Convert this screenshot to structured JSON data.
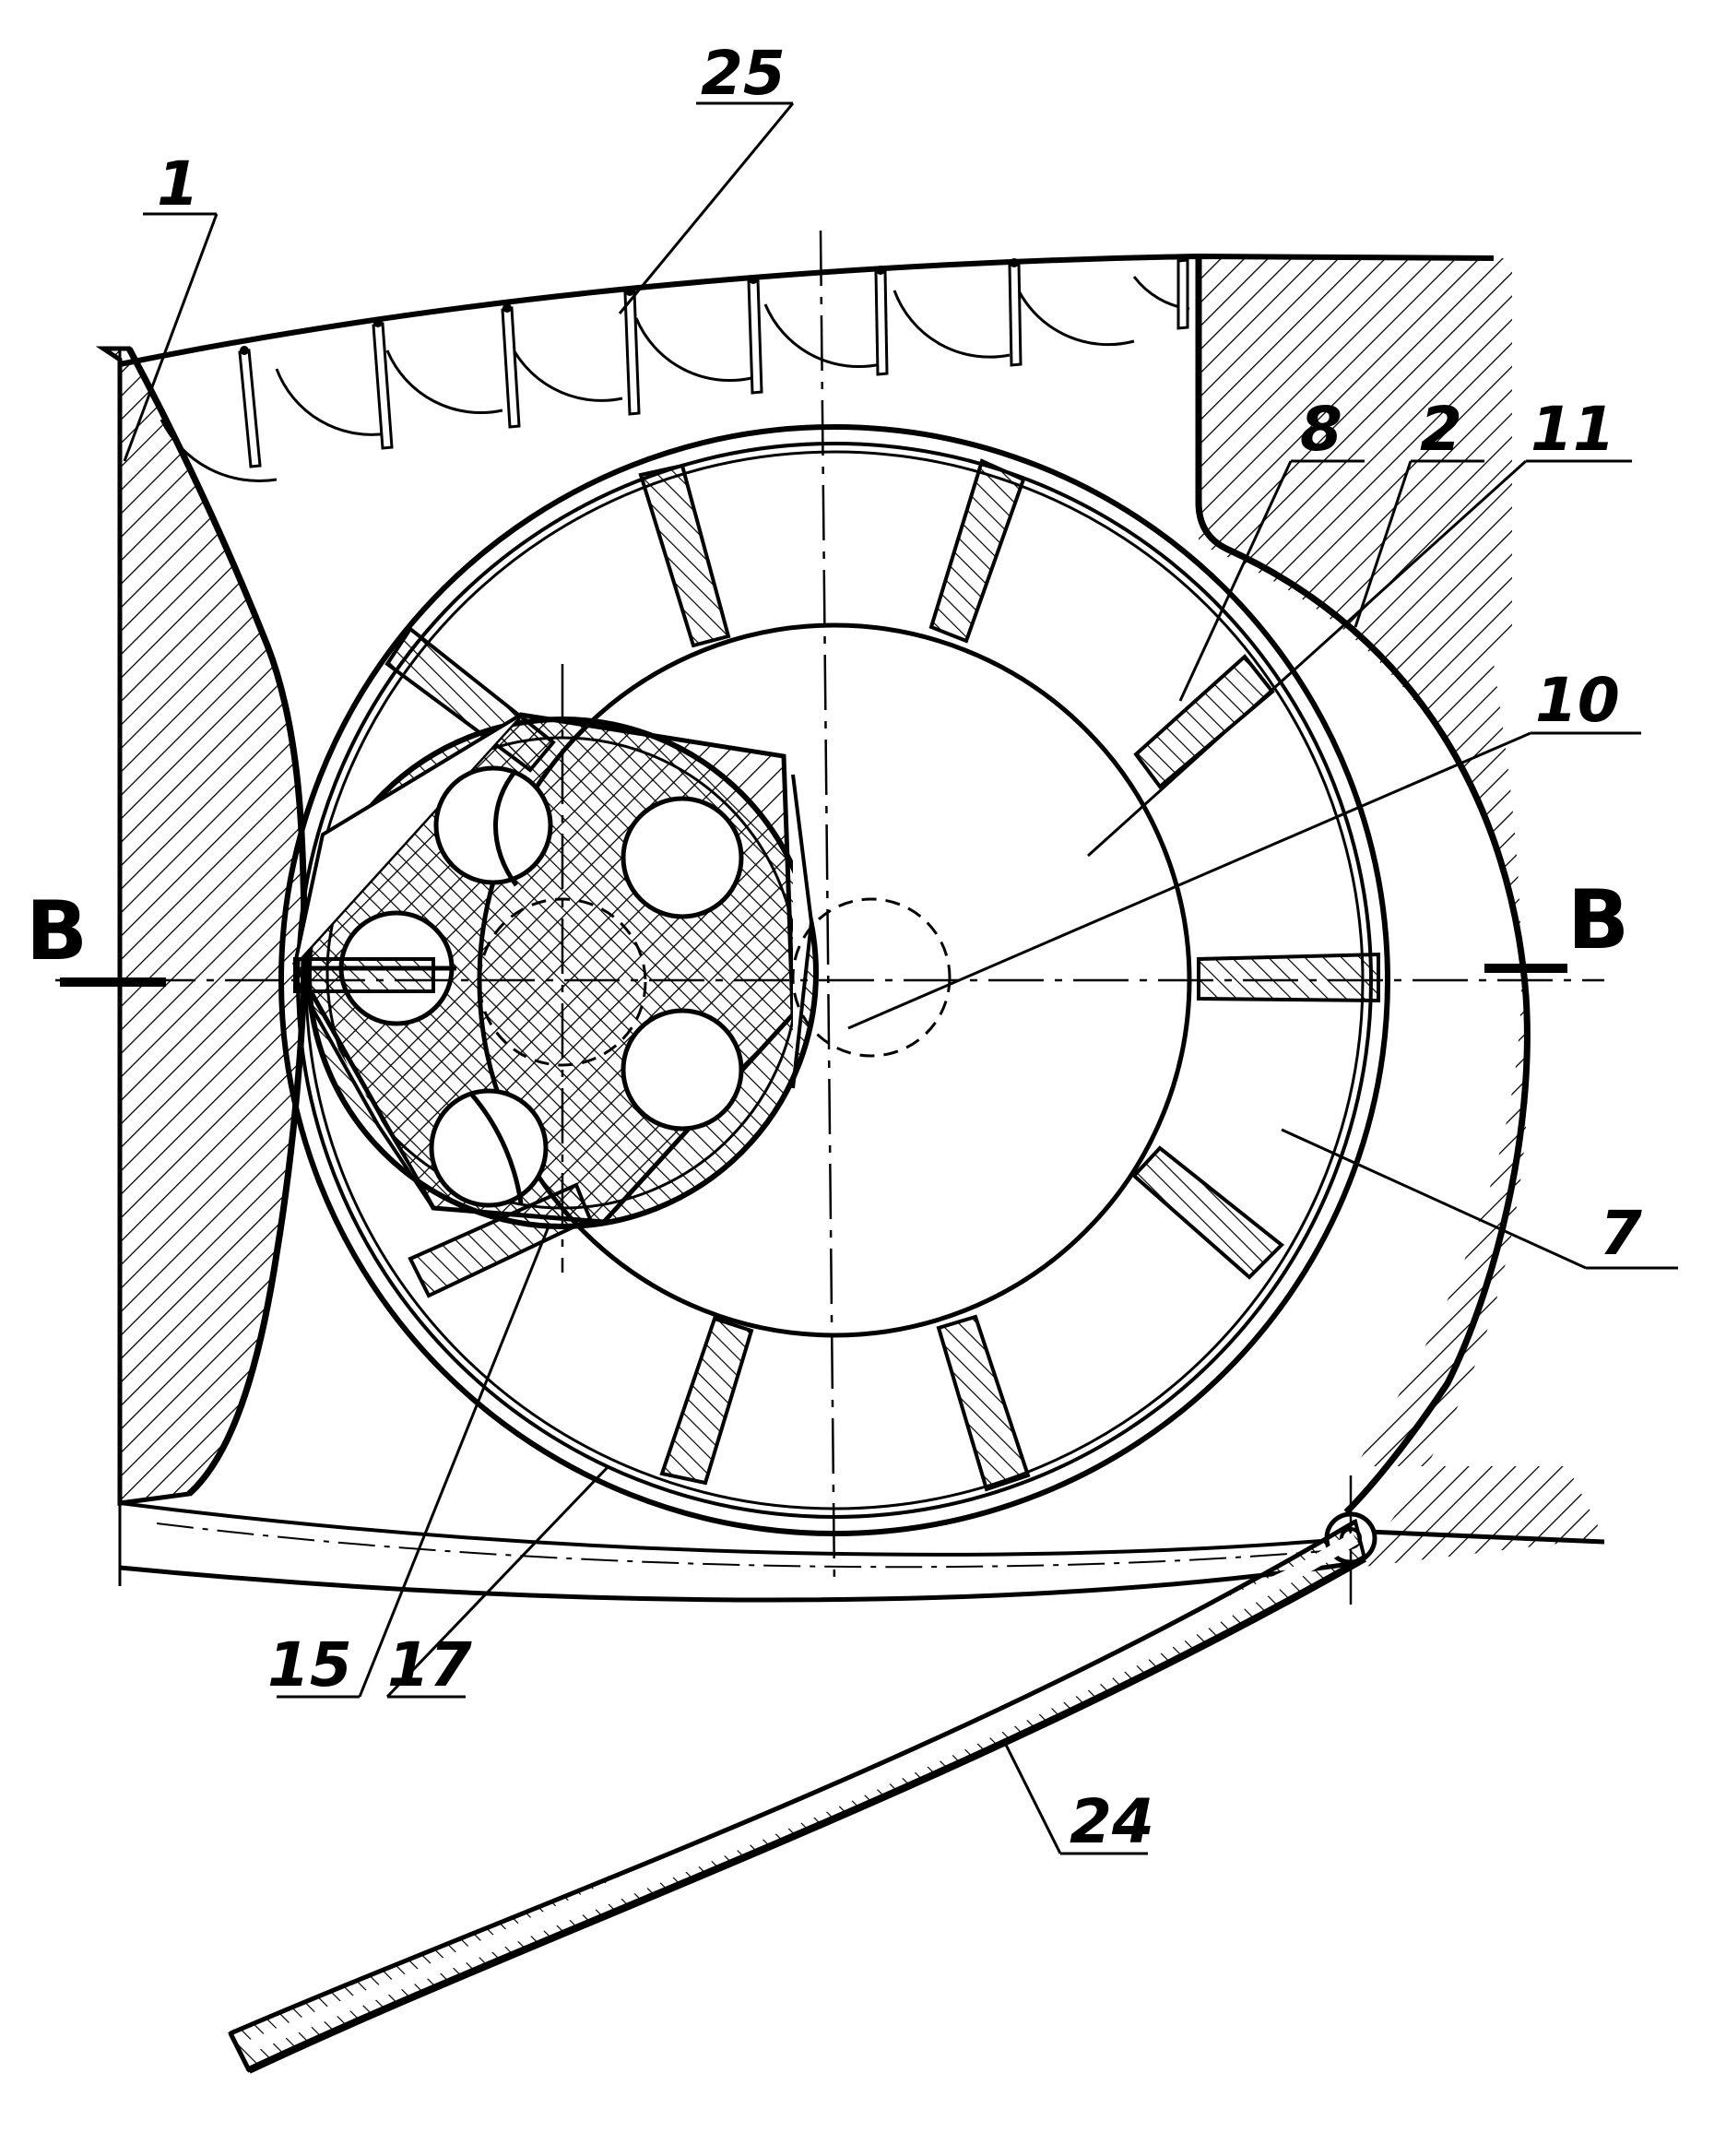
{
  "figure": {
    "labels": {
      "l1": "1",
      "l25": "25",
      "l8": "8",
      "l2": "2",
      "l11": "11",
      "l10": "10",
      "l7": "7",
      "l15": "15",
      "l17": "17",
      "l24": "24",
      "bLeft": "B",
      "bRight": "B"
    },
    "colors": {
      "ink": "#000000",
      "paper": "#ffffff"
    }
  }
}
